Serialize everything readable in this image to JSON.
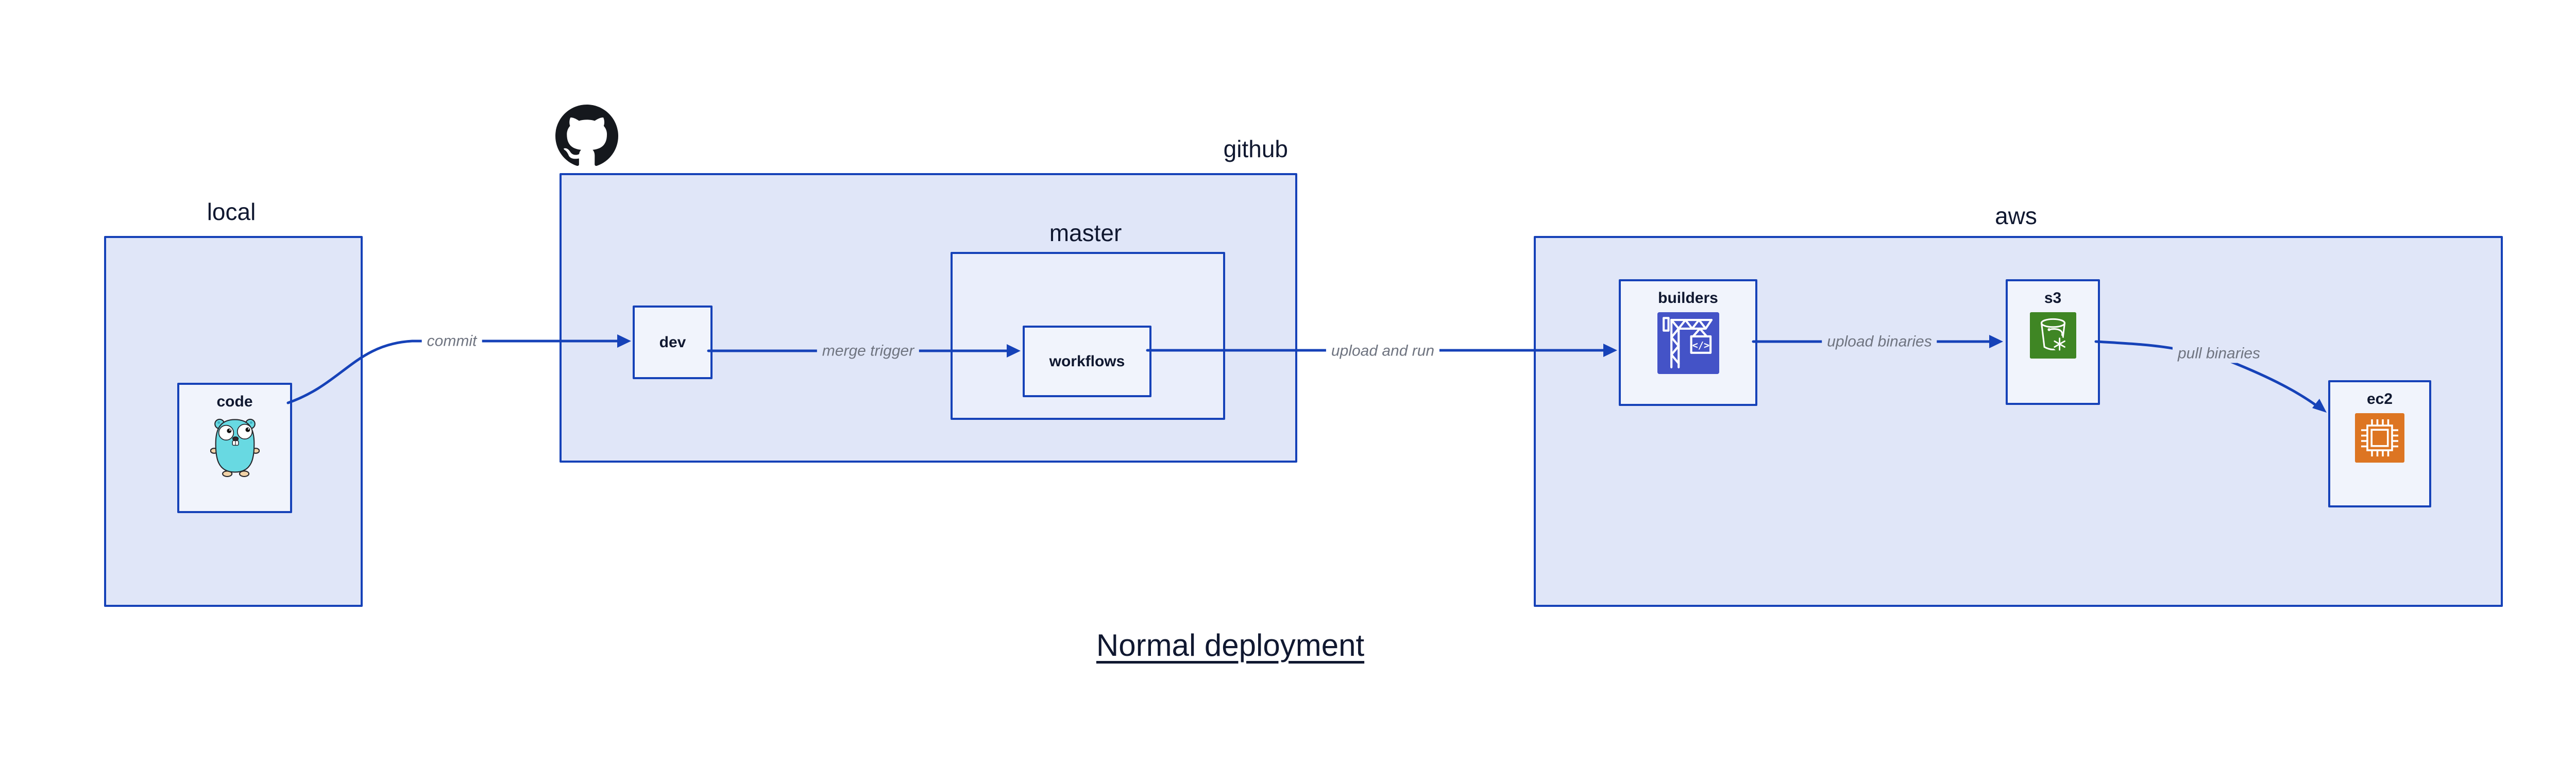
{
  "diagram_title": "Normal deployment",
  "groups": {
    "local": {
      "label": "local"
    },
    "github": {
      "label": "github"
    },
    "master": {
      "label": "master"
    },
    "aws": {
      "label": "aws"
    }
  },
  "nodes": {
    "code": {
      "label": "code",
      "icon": "go-gopher-icon"
    },
    "dev": {
      "label": "dev"
    },
    "workflows": {
      "label": "workflows"
    },
    "builders": {
      "label": "builders",
      "icon": "codebuild-crane-icon",
      "icon_glyph": "</>"
    },
    "s3": {
      "label": "s3",
      "icon": "s3-bucket-icon"
    },
    "ec2": {
      "label": "ec2",
      "icon": "ec2-chip-icon"
    }
  },
  "edges": {
    "commit": {
      "label": "commit",
      "from": "code",
      "to": "dev"
    },
    "merge_trigger": {
      "label": "merge trigger",
      "from": "dev",
      "to": "workflows"
    },
    "upload_and_run": {
      "label": "upload and run",
      "from": "workflows",
      "to": "builders"
    },
    "upload_binaries": {
      "label": "upload binaries",
      "from": "builders",
      "to": "s3"
    },
    "pull_binaries": {
      "label": "pull binaries",
      "from": "s3",
      "to": "ec2"
    }
  },
  "icons": {
    "github_logo": "github-octocat-icon"
  },
  "colors": {
    "stroke_blue": "#1642b8",
    "group_fill": "#e0e6f8",
    "master_fill": "#eaeefb",
    "node_fill": "#f1f4fc",
    "text_dark": "#101830",
    "edge_label_gray": "#6f7480",
    "codebuild_purple": "#4453c7",
    "s3_green": "#3f8624",
    "ec2_orange": "#dd7522",
    "gopher_teal": "#68d9e2",
    "octocat_black": "#15181d"
  }
}
